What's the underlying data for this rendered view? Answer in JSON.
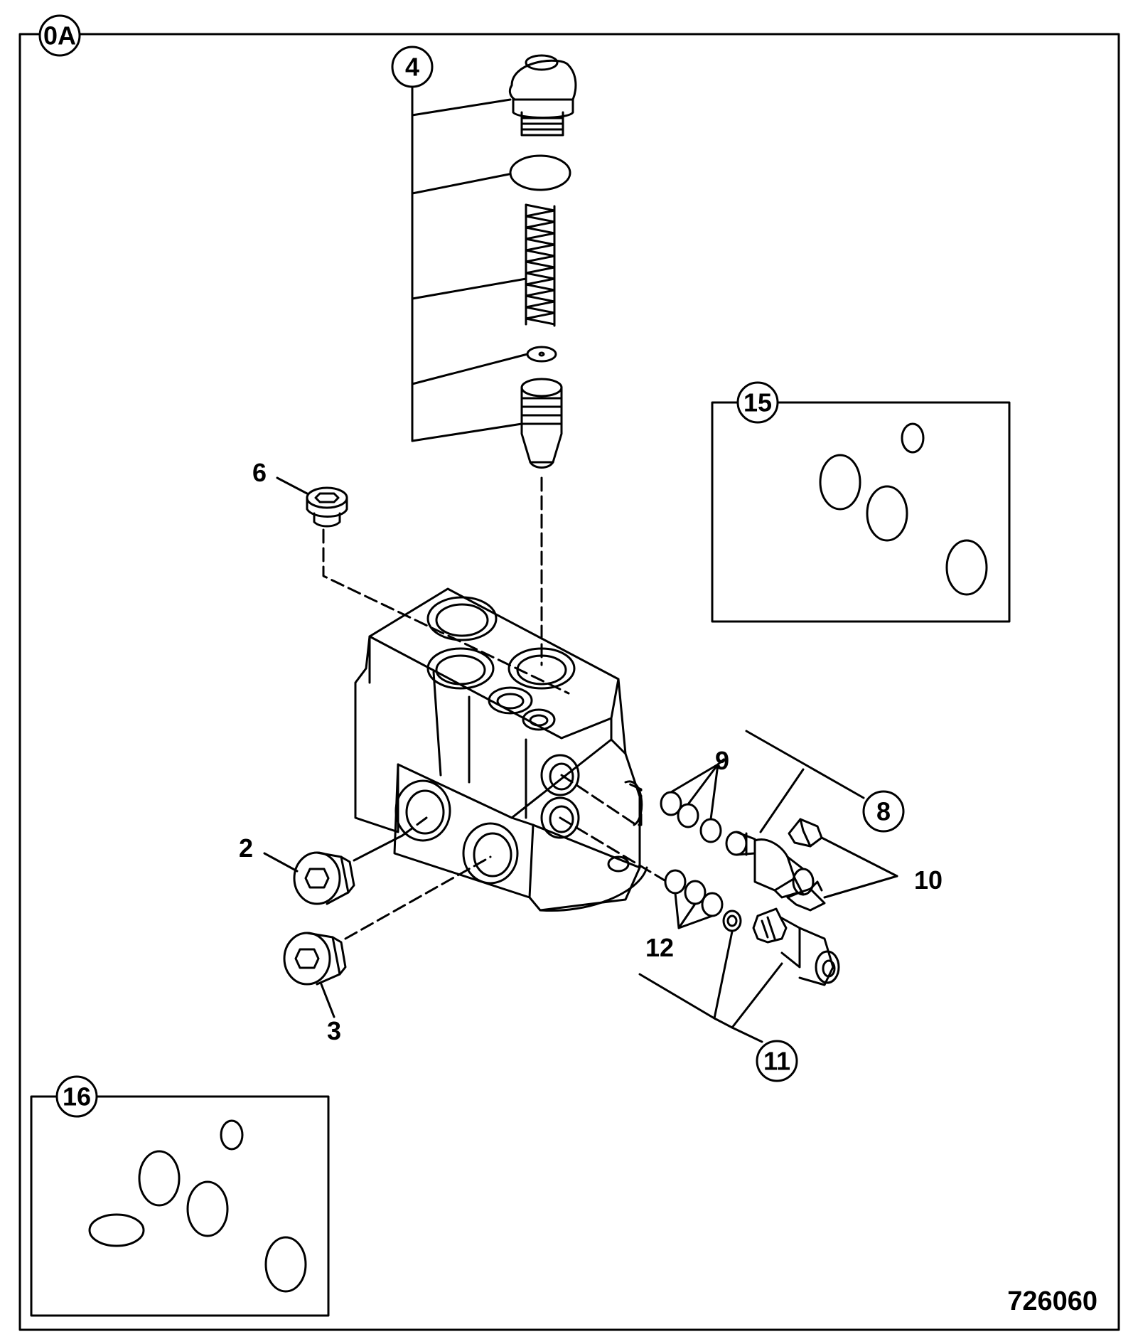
{
  "figure": {
    "view_label": "0A",
    "reference_number": "726060"
  },
  "callouts": {
    "c2": "2",
    "c3": "3",
    "c4": "4",
    "c6": "6",
    "c8": "8",
    "c9": "9",
    "c10": "10",
    "c11": "11",
    "c12": "12",
    "c15": "15",
    "c16": "16"
  },
  "colors": {
    "ink": "#000000",
    "paper": "#ffffff"
  }
}
